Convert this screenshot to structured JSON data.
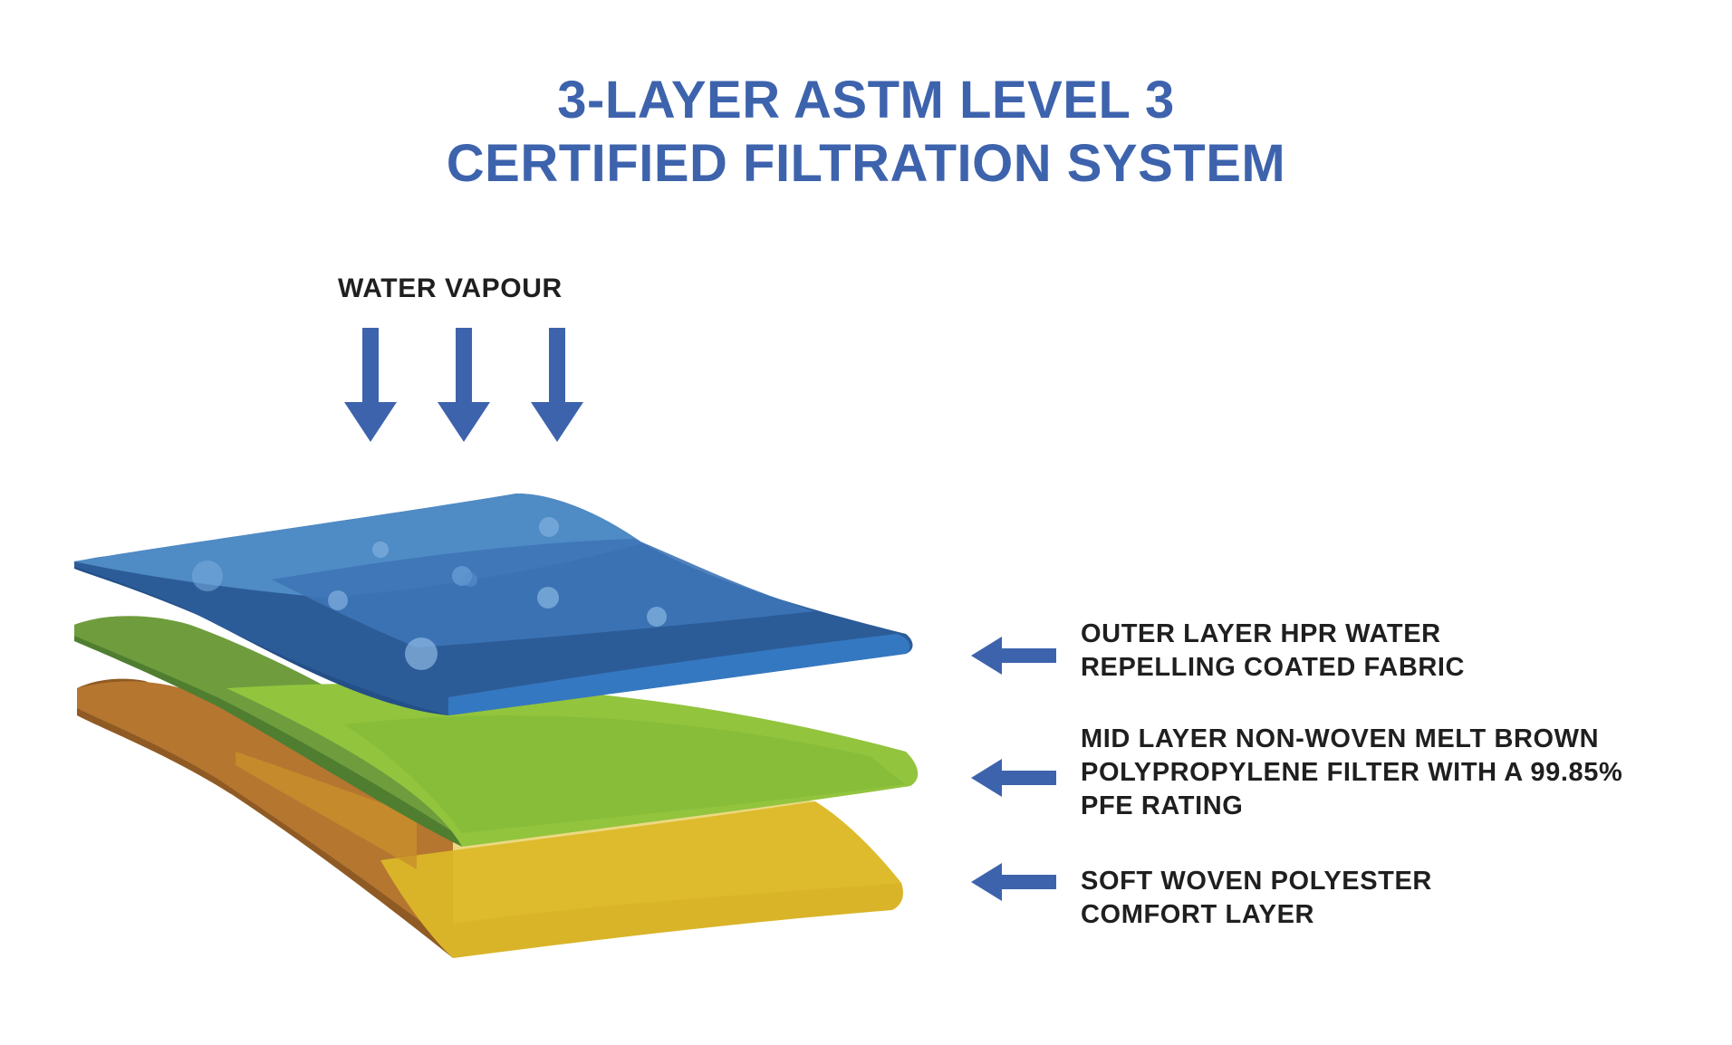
{
  "title": {
    "line1": "3-LAYER ASTM LEVEL 3",
    "line2": "CERTIFIED FILTRATION SYSTEM"
  },
  "input_label": "WATER VAPOUR",
  "colors": {
    "accent_blue": "#3e63ad",
    "outer_layer": "#2f6db3",
    "mid_layer": "#8bbf3c",
    "inner_layer": "#d9b428",
    "text": "#1f1f1f"
  },
  "layers": [
    {
      "lines": [
        "OUTER LAYER HPR WATER",
        "REPELLING COATED FABRIC"
      ]
    },
    {
      "lines": [
        "MID LAYER NON-WOVEN MELT BROWN",
        "POLYPROPYLENE FILTER WITH A 99.85%",
        "PFE RATING"
      ]
    },
    {
      "lines": [
        "SOFT WOVEN POLYESTER",
        "COMFORT LAYER"
      ]
    }
  ]
}
